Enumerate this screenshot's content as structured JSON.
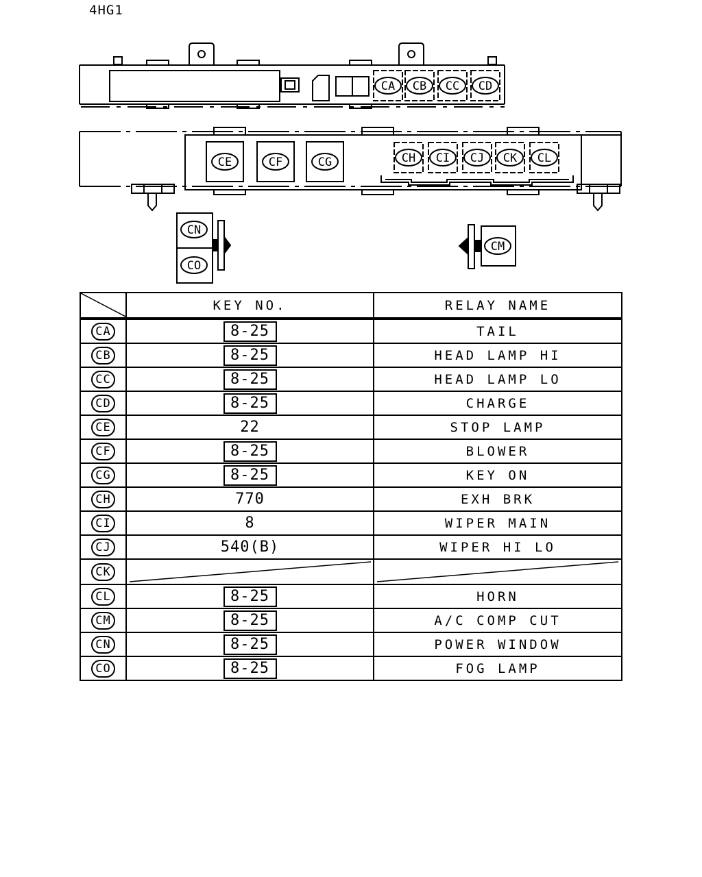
{
  "title": "4HG1",
  "diagram": {
    "top_relays": [
      "CA",
      "CB",
      "CC",
      "CD"
    ],
    "middle_left_relays": [
      "CE",
      "CF",
      "CG"
    ],
    "middle_right_relays": [
      "CH",
      "CI",
      "CJ",
      "CK",
      "CL"
    ],
    "left_side_relays": [
      "CN",
      "CO"
    ],
    "right_side_relays": [
      "CM"
    ]
  },
  "table": {
    "header_key": "KEY NO.",
    "header_name": "RELAY NAME",
    "rows": [
      {
        "code": "CA",
        "key": "8-25",
        "boxed": true,
        "name": "TAIL"
      },
      {
        "code": "CB",
        "key": "8-25",
        "boxed": true,
        "name": "HEAD LAMP HI"
      },
      {
        "code": "CC",
        "key": "8-25",
        "boxed": true,
        "name": "HEAD LAMP LO"
      },
      {
        "code": "CD",
        "key": "8-25",
        "boxed": true,
        "name": "CHARGE"
      },
      {
        "code": "CE",
        "key": "22",
        "boxed": false,
        "name": "STOP LAMP"
      },
      {
        "code": "CF",
        "key": "8-25",
        "boxed": true,
        "name": "BLOWER"
      },
      {
        "code": "CG",
        "key": "8-25",
        "boxed": true,
        "name": "KEY ON"
      },
      {
        "code": "CH",
        "key": "770",
        "boxed": false,
        "name": "EXH BRK"
      },
      {
        "code": "CI",
        "key": "8",
        "boxed": false,
        "name": "WIPER MAIN"
      },
      {
        "code": "CJ",
        "key": "540(B)",
        "boxed": false,
        "name": "WIPER HI LO"
      },
      {
        "code": "CK",
        "key": "",
        "boxed": false,
        "empty": true,
        "name": ""
      },
      {
        "code": "CL",
        "key": "8-25",
        "boxed": true,
        "name": "HORN"
      },
      {
        "code": "CM",
        "key": "8-25",
        "boxed": true,
        "name": "A/C COMP CUT"
      },
      {
        "code": "CN",
        "key": "8-25",
        "boxed": true,
        "name": "POWER WINDOW"
      },
      {
        "code": "CO",
        "key": "8-25",
        "boxed": true,
        "name": "FOG LAMP"
      }
    ]
  }
}
